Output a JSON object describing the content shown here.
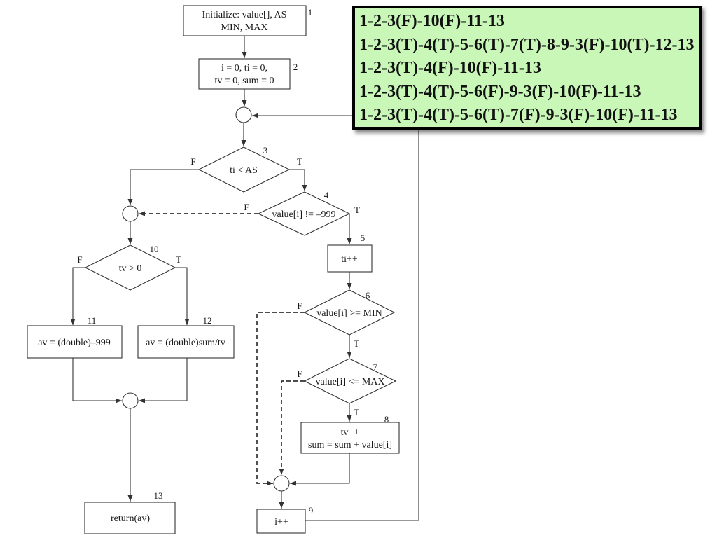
{
  "diagram": {
    "nodes": {
      "n1": {
        "number": "1",
        "line1": "Initialize: value[], AS",
        "line2": "MIN, MAX"
      },
      "n2": {
        "number": "2",
        "line1": "i = 0, ti = 0,",
        "line2": "tv = 0, sum = 0"
      },
      "n3": {
        "number": "3",
        "label": "ti < AS",
        "false_label": "F",
        "true_label": "T"
      },
      "n4": {
        "number": "4",
        "label": "value[i] != –999",
        "false_label": "F",
        "true_label": "T"
      },
      "n5": {
        "number": "5",
        "label": "ti++"
      },
      "n6": {
        "number": "6",
        "label": "value[i] >= MIN",
        "false_label": "F",
        "true_label": "T"
      },
      "n7": {
        "number": "7",
        "label": "value[i] <= MAX",
        "false_label": "F",
        "true_label": "T"
      },
      "n8": {
        "number": "8",
        "line1": "tv++",
        "line2": "sum = sum + value[i]"
      },
      "n9": {
        "number": "9",
        "label": "i++"
      },
      "n10": {
        "number": "10",
        "label": "tv > 0",
        "false_label": "F",
        "true_label": "T"
      },
      "n11": {
        "number": "11",
        "label": "av = (double)–999"
      },
      "n12": {
        "number": "12",
        "label": "av = (double)sum/tv"
      },
      "n13": {
        "number": "13",
        "label": "return(av)"
      }
    }
  },
  "paths_box": {
    "background": "#c9f7b8",
    "border_color": "#000000",
    "paths": [
      "1-2-3(F)-10(F)-11-13",
      "1-2-3(T)-4(T)-5-6(T)-7(T)-8-9-3(F)-10(T)-12-13",
      "1-2-3(T)-4(F)-10(F)-11-13",
      "1-2-3(T)-4(T)-5-6(F)-9-3(F)-10(F)-11-13",
      "1-2-3(T)-4(T)-5-6(T)-7(F)-9-3(F)-10(F)-11-13"
    ]
  }
}
